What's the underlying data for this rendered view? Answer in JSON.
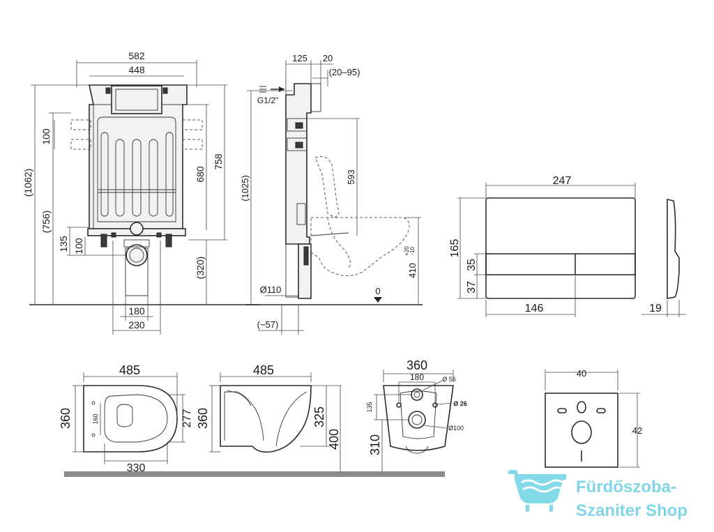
{
  "front_view": {
    "w582": "582",
    "w448": "448",
    "h1062": "(1062)",
    "h756": "(756)",
    "h100a": "100",
    "h680": "680",
    "h758": "758",
    "h135": "135",
    "h100b": "100",
    "h320": "(320)",
    "w180": "180",
    "w230": "230"
  },
  "side_view": {
    "w125": "125",
    "w20": "20",
    "w2095": "(20–95)",
    "g12": "G1/2\"",
    "h1025": "(1025)",
    "h593": "593",
    "h410": "410",
    "h410sup": "+20",
    "h410sub": "-10",
    "d110": "Ø110",
    "zero": "0",
    "w57": "(~57)"
  },
  "plate": {
    "w247": "247",
    "h165": "165",
    "h35": "35",
    "h37": "37",
    "w146": "146",
    "d19": "19"
  },
  "bowl_top": {
    "w485": "485",
    "h360": "360",
    "h160": "160",
    "h277": "277",
    "w330": "330"
  },
  "bowl_side": {
    "w485": "485",
    "h360": "360",
    "h325": "325",
    "h400": "400"
  },
  "bowl_back": {
    "w360": "360",
    "w180": "180",
    "d56": "Ø 56",
    "d26": "Ø 26",
    "h135": "135",
    "d100": "Ø100",
    "h310": "310"
  },
  "gasket": {
    "w40": "40",
    "h42": "42"
  },
  "watermark": {
    "line1": "Fürdőszoba-",
    "line2": "Szaniter Shop"
  }
}
